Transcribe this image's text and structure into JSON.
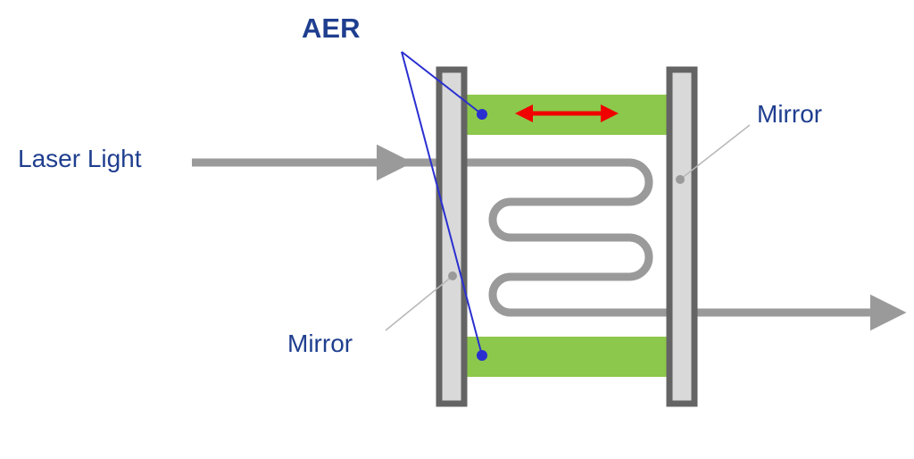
{
  "labels": {
    "aer": "AER",
    "laser_light": "Laser Light",
    "mirror_right": "Mirror",
    "mirror_left": "Mirror"
  },
  "colors": {
    "label_text": "#1f3e8f",
    "aer_pointer": "#2a2fd0",
    "mirror_frame": "#646464",
    "mirror_glass": "#d9d9d9",
    "aer_region": "#8cc84b",
    "oscillation_arrow": "#f00000",
    "beam": "#9a9a9a",
    "leader_line": "#b8b8b8"
  },
  "icons": {
    "oscillation": "double-headed-arrow-icon",
    "beam_direction": "arrow-right-icon"
  }
}
